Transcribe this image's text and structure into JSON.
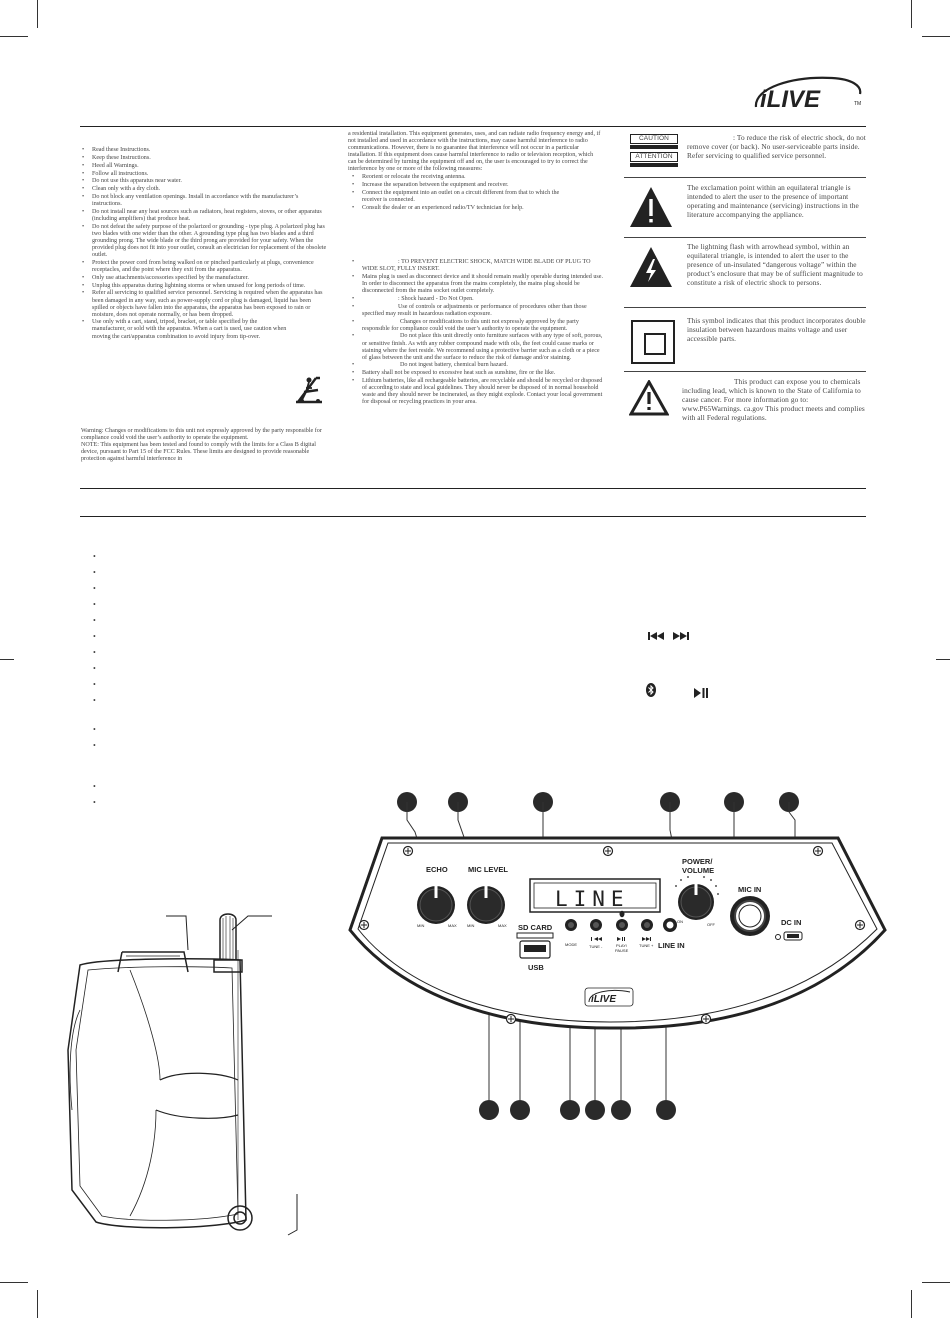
{
  "brand": "iLIVE",
  "brand_tm": "TM",
  "col1": {
    "items": [
      "Read these Instructions.",
      "Keep these Instructions.",
      "Heed all Warnings.",
      "Follow all instructions.",
      "Do not use this apparatus near water.",
      "Clean only with a dry cloth.",
      "Do not block any ventilation openings. Install in accordance with the manufacturer’s instructions.",
      "Do not install near any heat sources such as radiators, heat registers, stoves, or other apparatus (including amplifiers) that produce heat.",
      "Do not defeat the safety purpose of the polarized or grounding - type plug. A polarized plug has two blades with one wider than the other. A grounding type plug has two blades and a third grounding prong. The wide blade or the third prong are provided for your safety. When the provided plug does not fit into your outlet, consult an electrician for replacement of the obsolete outlet.",
      "Protect the power cord from being walked on or pinched particularly at plugs, convenience receptacles, and the point where they exit from the apparatus.",
      "Only use attachments/accessories specified by the manufacturer.",
      "Unplug this apparatus during lightning storms or when unused for long periods of time.",
      "Refer all servicing to qualified service personnel. Servicing is required when the apparatus has been damaged in any way, such as power-supply cord or plug is damaged, liquid has been spilled or objects have fallen into the apparatus, the apparatus has been exposed to rain or moisture, does not operate normally, or has been dropped.",
      "Use only with a cart, stand, tripod, bracket, or table specified by the manufacturer, or sold with the apparatus. When a cart is used, use caution when moving the cart/apparatus combination to avoid injury from tip-over."
    ],
    "warning": "Warning: Changes or modifications to this unit not expressly approved by the party responsible for compliance could void the user’s authority to operate the equipment.",
    "note": "NOTE: This equipment has been tested and found to comply with the limits for a Class B digital device, pursuant to Part 15 of the FCC Rules. These limits are designed to provide reasonable protection against harmful interference in"
  },
  "col2": {
    "intro": "a residential installation. This equipment generates, uses, and can radiate radio frequency energy and, if not installed and used in accordance with the instructions, may cause harmful interference to radio communications. However, there is no guarantee that interference will not occur in a particular installation. If this equipment does cause harmful interference to radio or television reception, which can be determined by turning the equipment off and on, the user is encouraged to try to correct the interference by one or more of the following measures:",
    "measures": [
      "Reorient or relocate the receiving antenna.",
      "Increase the separation between the equipment and receiver.",
      "Connect the equipment into an outlet on a circuit different from that to which the receiver is connected.",
      "Consult the dealer or an experienced radio/TV technician for help."
    ],
    "items": [
      ": TO PREVENT ELECTRIC SHOCK, MATCH WIDE BLADE OF PLUG TO WIDE SLOT, FULLY INSERT.",
      "Mains plug is used as disconnect device and it should remain readily operable during intended use. In order to disconnect the apparatus from the mains completely, the mains plug should be disconnected from the mains socket outlet completely.",
      ": Shock hazard - Do Not Open.",
      "Use of controls or adjustments or performance of procedures other than those specified may result in hazardous radiation exposure.",
      "Changes or modifications to this unit not expressly approved by the party responsible for compliance could void the user’s authority to operate the equipment.",
      "Do not place this unit directly onto furniture surfaces with any type of soft, porous, or sensitive finish. As with any rubber compound made with oils, the feet could cause marks or staining where the feet reside. We recommend using a protective barrier such as a cloth or a piece of glass between the unit and the surface to reduce the risk of damage and/or staining.",
      "Do not ingest battery, chemical burn hazard.",
      "Battery shall not be exposed to excessive heat such as sunshine, fire or the like.",
      "Lithium batteries, like all rechargeable batteries, are recyclable and should be recycled or disposed of according to state and local guidelines. They should never be disposed of in normal household waste and they should never be incinerated, as they might explode. Contact your local government for disposal or recycling practices in your area."
    ]
  },
  "symbols": {
    "caution_label": "CAUTION",
    "attention_label": "ATTENTION",
    "caution_text": ": To reduce the risk of electric shock, do not remove cover (or back). No user-serviceable parts inside. Refer servicing to qualified service personnel.",
    "exclamation_text": "The exclamation point within an equilateral triangle is intended to alert the user to the presence of important operating and maintenance (servicing) instructions in the literature accompanying the appliance.",
    "lightning_text": "The lightning flash with arrowhead symbol, within an equilateral triangle, is intended to alert the user to the presence of un-insulated “dangerous voltage” within the product’s enclosure that may be of sufficient magnitude to constitute a risk of electric shock to persons.",
    "double_insulation_text": "This symbol indicates that this product incorporates double insulation between hazardous mains voltage and user accessible parts.",
    "p65_text": "This product can expose you to chemicals including lead, which is known to the State of California to cause cancer. For more information go to: www.P65Warnings. ca.gov This product meets and complies with all Federal regulations."
  },
  "panel": {
    "echo": "ECHO",
    "mic_level": "MIC LEVEL",
    "power_volume_1": "POWER/",
    "power_volume_2": "VOLUME",
    "mic_in": "MIC IN",
    "dc_in": "DC IN",
    "sd_card": "SD CARD",
    "usb": "USB",
    "mode": "MODE",
    "tune_minus": "TUNE -",
    "play_pause_1": "PLAY/",
    "play_pause_2": "PAUSE",
    "tune_plus": "TUNE +",
    "line_in": "LINE IN",
    "min": "MIN",
    "max": "MAX",
    "on": "ON",
    "off": "OFF",
    "display": "LINE"
  }
}
